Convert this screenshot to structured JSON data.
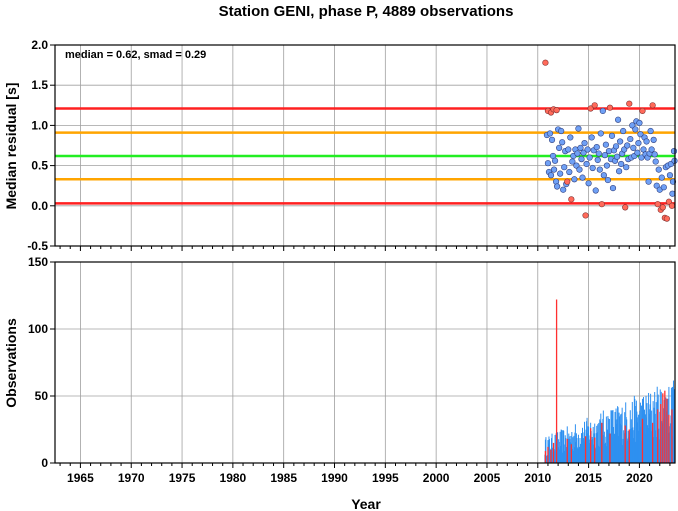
{
  "chart_data": [
    {
      "type": "scatter",
      "title": "Station GENI, phase P, 4889 observations",
      "annotation": "median = 0.62, smad = 0.29",
      "xlabel": "",
      "ylabel": "Median residual [s]",
      "xlim": [
        1962.5,
        2023.5
      ],
      "ylim": [
        -0.5,
        2.0
      ],
      "yticks": [
        "-0.5",
        "0.0",
        "0.5",
        "1.0",
        "1.5",
        "2.0"
      ],
      "grid": true,
      "colors": {
        "inside": "#6fa0f5",
        "outside": "#ff6a5a",
        "median_line": "#22ee22",
        "smad_line": "#ffa500",
        "limit_line": "#ff2020"
      },
      "reference_lines": [
        {
          "y": 1.21,
          "color": "#ff2020"
        },
        {
          "y": 0.91,
          "color": "#ffa500"
        },
        {
          "y": 0.62,
          "color": "#22ee22"
        },
        {
          "y": 0.33,
          "color": "#ffa500"
        },
        {
          "y": 0.03,
          "color": "#ff2020"
        }
      ],
      "outside": [
        [
          2010.75,
          1.78
        ],
        [
          2011.0,
          1.18
        ],
        [
          2011.3,
          1.16
        ],
        [
          2011.55,
          1.2
        ],
        [
          2011.85,
          1.19
        ],
        [
          2012.9,
          0.3
        ],
        [
          2013.3,
          0.08
        ],
        [
          2014.7,
          -0.12
        ],
        [
          2015.2,
          1.21
        ],
        [
          2015.6,
          1.25
        ],
        [
          2016.3,
          0.02
        ],
        [
          2017.1,
          1.22
        ],
        [
          2018.6,
          -0.02
        ],
        [
          2019.0,
          1.27
        ],
        [
          2020.3,
          1.18
        ],
        [
          2021.3,
          1.25
        ],
        [
          2021.8,
          0.02
        ],
        [
          2022.1,
          -0.05
        ],
        [
          2022.3,
          -0.02
        ],
        [
          2022.5,
          -0.15
        ],
        [
          2022.7,
          -0.16
        ],
        [
          2022.9,
          0.05
        ],
        [
          2023.2,
          0.0
        ]
      ],
      "inside": [
        [
          2010.9,
          0.88
        ],
        [
          2011.0,
          0.53
        ],
        [
          2011.1,
          0.42
        ],
        [
          2011.2,
          0.9
        ],
        [
          2011.3,
          0.38
        ],
        [
          2011.4,
          0.82
        ],
        [
          2011.5,
          0.62
        ],
        [
          2011.6,
          0.45
        ],
        [
          2011.7,
          0.56
        ],
        [
          2011.8,
          0.3
        ],
        [
          2011.9,
          0.24
        ],
        [
          2012.0,
          0.95
        ],
        [
          2012.1,
          0.72
        ],
        [
          2012.2,
          0.4
        ],
        [
          2012.3,
          0.93
        ],
        [
          2012.4,
          0.79
        ],
        [
          2012.5,
          0.2
        ],
        [
          2012.6,
          0.48
        ],
        [
          2012.7,
          0.68
        ],
        [
          2012.8,
          0.27
        ],
        [
          2013.0,
          0.7
        ],
        [
          2013.1,
          0.42
        ],
        [
          2013.2,
          0.85
        ],
        [
          2013.4,
          0.55
        ],
        [
          2013.5,
          0.62
        ],
        [
          2013.6,
          0.33
        ],
        [
          2013.7,
          0.7
        ],
        [
          2013.8,
          0.5
        ],
        [
          2013.9,
          0.65
        ],
        [
          2014.0,
          0.96
        ],
        [
          2014.1,
          0.45
        ],
        [
          2014.2,
          0.72
        ],
        [
          2014.3,
          0.58
        ],
        [
          2014.4,
          0.35
        ],
        [
          2014.5,
          0.66
        ],
        [
          2014.6,
          0.78
        ],
        [
          2014.8,
          0.52
        ],
        [
          2014.9,
          0.7
        ],
        [
          2015.0,
          0.28
        ],
        [
          2015.1,
          0.6
        ],
        [
          2015.3,
          0.85
        ],
        [
          2015.4,
          0.47
        ],
        [
          2015.5,
          0.69
        ],
        [
          2015.7,
          0.19
        ],
        [
          2015.8,
          0.73
        ],
        [
          2015.9,
          0.57
        ],
        [
          2016.0,
          0.65
        ],
        [
          2016.1,
          0.45
        ],
        [
          2016.2,
          0.9
        ],
        [
          2016.4,
          1.18
        ],
        [
          2016.5,
          0.38
        ],
        [
          2016.6,
          0.63
        ],
        [
          2016.7,
          0.76
        ],
        [
          2016.8,
          0.5
        ],
        [
          2016.9,
          0.32
        ],
        [
          2017.0,
          0.68
        ],
        [
          2017.2,
          0.58
        ],
        [
          2017.3,
          0.87
        ],
        [
          2017.4,
          0.22
        ],
        [
          2017.5,
          0.69
        ],
        [
          2017.6,
          0.56
        ],
        [
          2017.7,
          0.74
        ],
        [
          2017.8,
          0.61
        ],
        [
          2017.9,
          1.07
        ],
        [
          2018.0,
          0.43
        ],
        [
          2018.1,
          0.8
        ],
        [
          2018.2,
          0.52
        ],
        [
          2018.3,
          0.65
        ],
        [
          2018.4,
          0.93
        ],
        [
          2018.5,
          0.7
        ],
        [
          2018.7,
          0.48
        ],
        [
          2018.8,
          0.75
        ],
        [
          2018.9,
          0.58
        ],
        [
          2019.1,
          0.83
        ],
        [
          2019.2,
          0.6
        ],
        [
          2019.3,
          1.0
        ],
        [
          2019.4,
          0.72
        ],
        [
          2019.5,
          0.62
        ],
        [
          2019.6,
          0.95
        ],
        [
          2019.7,
          1.05
        ],
        [
          2019.8,
          0.66
        ],
        [
          2019.9,
          0.78
        ],
        [
          2020.0,
          1.03
        ],
        [
          2020.1,
          0.89
        ],
        [
          2020.2,
          0.6
        ],
        [
          2020.4,
          0.7
        ],
        [
          2020.5,
          0.85
        ],
        [
          2020.6,
          0.64
        ],
        [
          2020.7,
          0.8
        ],
        [
          2020.8,
          0.6
        ],
        [
          2020.9,
          0.3
        ],
        [
          2021.0,
          0.65
        ],
        [
          2021.1,
          0.93
        ],
        [
          2021.2,
          0.7
        ],
        [
          2021.4,
          0.82
        ],
        [
          2021.5,
          0.64
        ],
        [
          2021.6,
          0.55
        ],
        [
          2021.7,
          0.25
        ],
        [
          2021.9,
          0.45
        ],
        [
          2022.0,
          0.2
        ],
        [
          2022.2,
          0.35
        ],
        [
          2022.4,
          0.23
        ],
        [
          2022.6,
          0.48
        ],
        [
          2022.8,
          0.5
        ],
        [
          2023.0,
          0.38
        ],
        [
          2023.1,
          0.52
        ],
        [
          2023.3,
          0.3
        ],
        [
          2023.4,
          0.68
        ],
        [
          2023.45,
          0.56
        ],
        [
          2023.25,
          0.15
        ]
      ]
    },
    {
      "type": "bar",
      "xlabel": "Year",
      "ylabel": "Observations",
      "xlim": [
        1962.5,
        2023.5
      ],
      "ylim": [
        0,
        150
      ],
      "yticks": [
        "0",
        "50",
        "100",
        "150"
      ],
      "xticks": [
        "1965",
        "1970",
        "1975",
        "1980",
        "1985",
        "1990",
        "1995",
        "2000",
        "2005",
        "2010",
        "2015",
        "2020"
      ],
      "grid": true,
      "colors": {
        "inside": "#2e90f0",
        "outside": "#ff3030"
      },
      "outside_bars": [
        [
          2010.75,
          9
        ],
        [
          2011.0,
          12
        ],
        [
          2011.3,
          10
        ],
        [
          2011.55,
          15
        ],
        [
          2011.85,
          122
        ],
        [
          2012.9,
          18
        ],
        [
          2013.3,
          14
        ],
        [
          2014.7,
          20
        ],
        [
          2015.2,
          26
        ],
        [
          2015.6,
          19
        ],
        [
          2016.3,
          30
        ],
        [
          2017.1,
          22
        ],
        [
          2018.6,
          28
        ],
        [
          2019.0,
          25
        ],
        [
          2020.3,
          33
        ],
        [
          2021.3,
          30
        ],
        [
          2021.8,
          40
        ],
        [
          2022.1,
          44
        ],
        [
          2022.3,
          52
        ],
        [
          2022.5,
          54
        ],
        [
          2022.7,
          48
        ],
        [
          2022.9,
          36
        ],
        [
          2023.2,
          40
        ]
      ]
    }
  ]
}
